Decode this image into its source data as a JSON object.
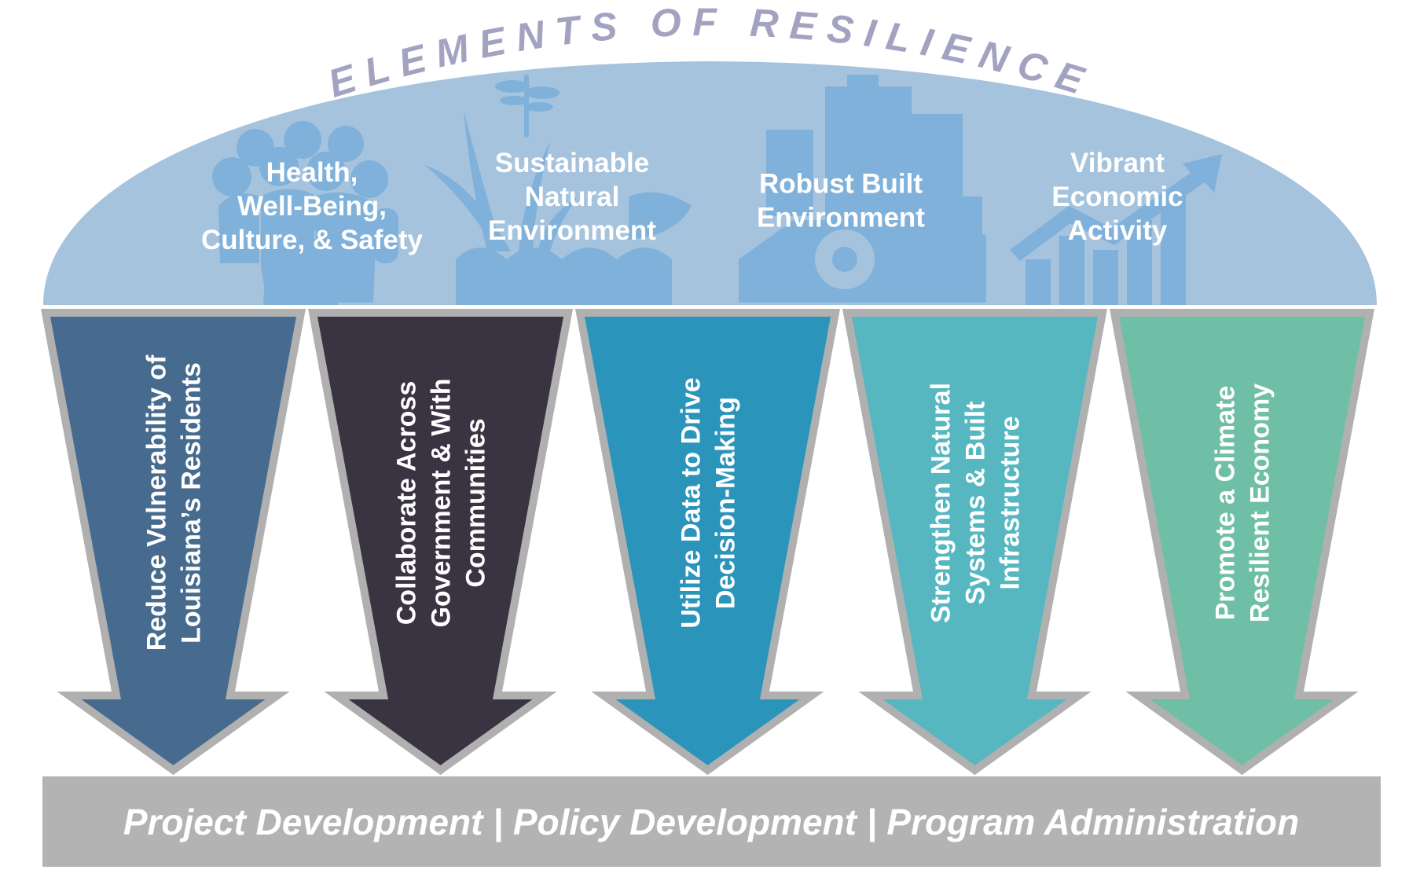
{
  "title": "ELEMENTS OF RESILIENCE",
  "colors": {
    "dome": "#a6c3de",
    "icon": "#7fb1da",
    "arrow_border": "#b0b0b0",
    "foundation": "#b3b3b3",
    "title": "#a3a3c1"
  },
  "elements": [
    {
      "icon": "people-group-icon",
      "lines": [
        "Health,",
        "Well-Being,",
        "Culture, & Safety"
      ]
    },
    {
      "icon": "dragonfly-marsh-waves-icon",
      "lines": [
        "Sustainable",
        "Natural",
        "Environment"
      ]
    },
    {
      "icon": "buildings-gear-icon",
      "lines": [
        "Robust Built",
        "Environment"
      ]
    },
    {
      "icon": "growth-chart-arrow-icon",
      "lines": [
        "Vibrant",
        "Economic",
        "Activity"
      ]
    }
  ],
  "pillars": [
    {
      "color": "#466b8e",
      "lines": [
        "Reduce Vulnerability of",
        "Louisiana’s Residents"
      ]
    },
    {
      "color": "#3a3342",
      "lines": [
        "Collaborate Across",
        "Government & With",
        "Communities"
      ]
    },
    {
      "color": "#2a94bb",
      "lines": [
        "Utilize Data to Drive",
        "Decision-Making"
      ]
    },
    {
      "color": "#56b7c1",
      "lines": [
        "Strengthen Natural",
        "Systems & Built",
        "Infrastructure"
      ]
    },
    {
      "color": "#6fbfa6",
      "lines": [
        "Promote a Climate",
        "Resilient Economy"
      ]
    }
  ],
  "foundation": {
    "text": "Project Development  |  Policy Development  |  Program Administration"
  }
}
